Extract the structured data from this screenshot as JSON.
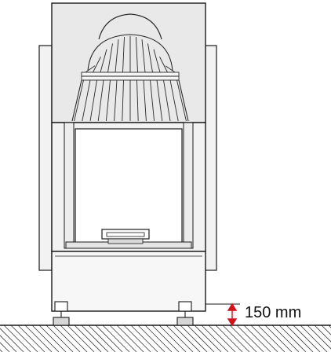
{
  "dimension": {
    "label": "150 mm",
    "value": 150,
    "unit": "mm",
    "arrow_color": "#d0121b"
  },
  "colors": {
    "line": "#1a1a1a",
    "hood_fill": "#e9e9e9",
    "body_fill": "#f2f2f2",
    "glass_fill": "#ffffff"
  }
}
